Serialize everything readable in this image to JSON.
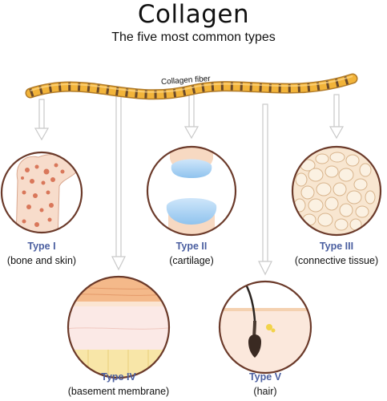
{
  "header": {
    "title": "Collagen",
    "subtitle": "The five most common types"
  },
  "fiber": {
    "label": "Collagen fiber",
    "color": "#f2b43a",
    "band_color": "#6b4a2a"
  },
  "types": [
    {
      "name": "Type I",
      "description": "(bone and skin)"
    },
    {
      "name": "Type II",
      "description": "(cartilage)"
    },
    {
      "name": "Type III",
      "description": "(connective tissue)"
    },
    {
      "name": "Type IV",
      "description": "(basement membrane)"
    },
    {
      "name": "Type V",
      "description": "(hair)"
    }
  ],
  "colors": {
    "type_name": "#4b5fa0",
    "circle_border": "#6b3a2a",
    "arrow": "#c9c9c9"
  }
}
